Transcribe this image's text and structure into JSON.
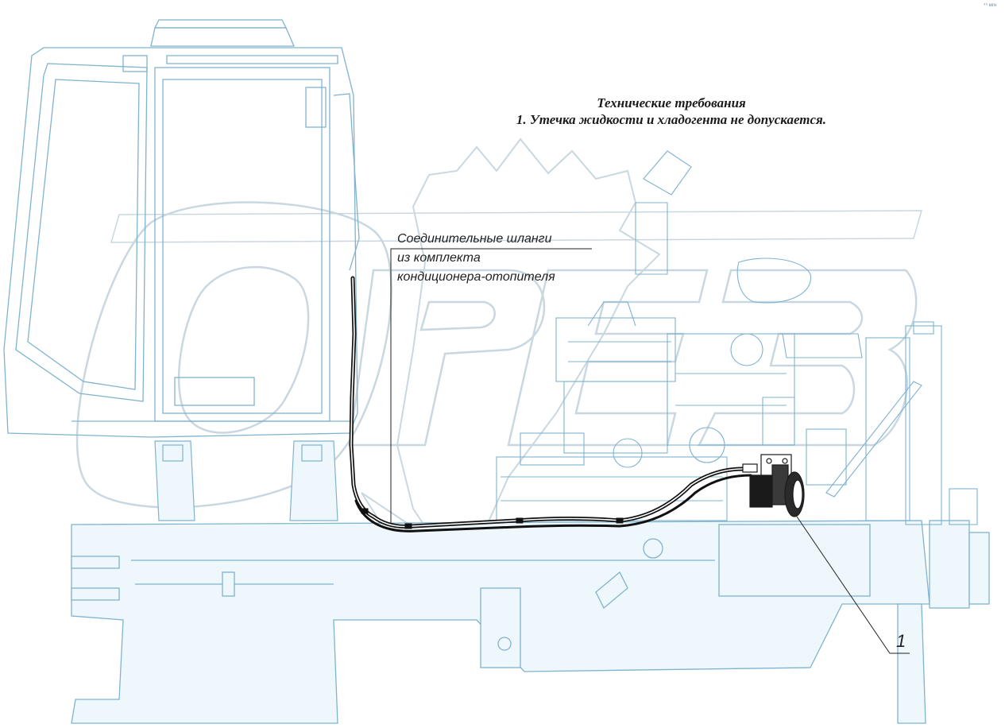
{
  "requirements": {
    "title": "Технические требования",
    "item_1": "1. Утечка жидкости и хладогента не допускается."
  },
  "callout": {
    "line_1": "Соединительные шланги",
    "line_2": "из комплекта",
    "line_3": "кондиционера-отопителя"
  },
  "position_label": "1",
  "watermark_text": "ОРЕЗ",
  "corner_mark": "⁴⁵ мгн",
  "colors": {
    "outline": "#7fb3cf",
    "frame_fill": "#eef7fb",
    "hose": "#111111",
    "compressor": "#1a1a1a",
    "watermark": "#c9d8e0"
  }
}
